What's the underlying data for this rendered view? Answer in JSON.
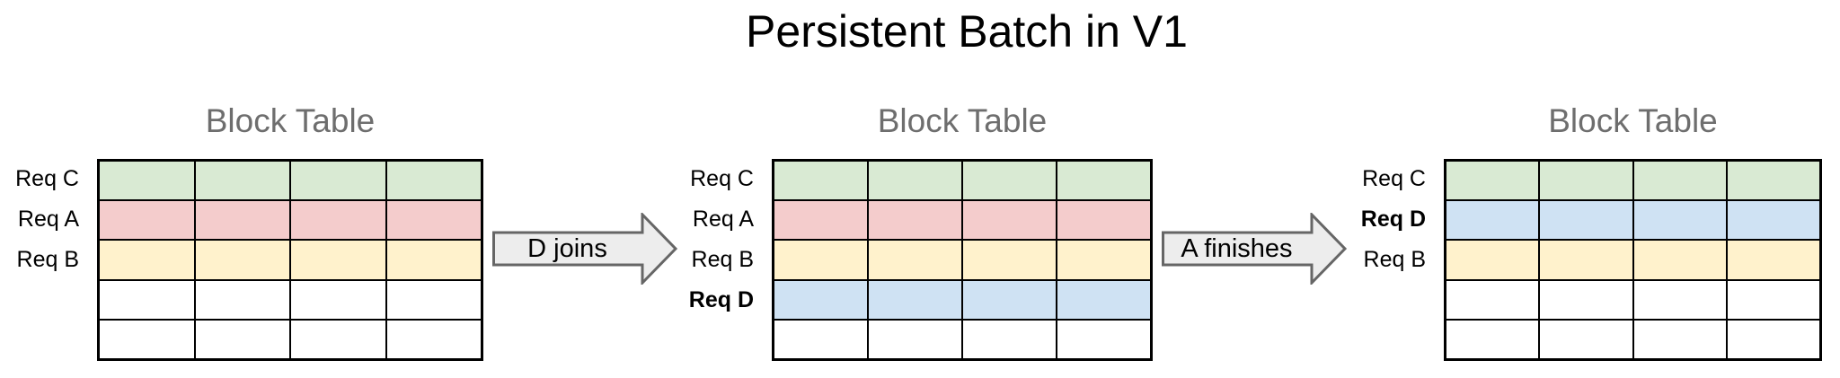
{
  "title": "Persistent Batch in V1",
  "colors": {
    "green": "#d9ead3",
    "red": "#f4cccc",
    "yellow": "#fff2cc",
    "blue": "#cfe2f3",
    "white": "#ffffff",
    "arrow_fill": "#ededed",
    "arrow_stroke": "#666666",
    "panel_title_gray": "#6e6e6e",
    "grid_border": "#000000"
  },
  "panels": [
    {
      "title": "Block Table",
      "columns": 4,
      "rows": [
        {
          "label": "Req C",
          "weight": "400",
          "color": "#d9ead3"
        },
        {
          "label": "Req A",
          "weight": "400",
          "color": "#f4cccc"
        },
        {
          "label": "Req B",
          "weight": "400",
          "color": "#fff2cc"
        },
        {
          "label": "",
          "weight": "400",
          "color": "#ffffff"
        },
        {
          "label": "",
          "weight": "400",
          "color": "#ffffff"
        }
      ]
    },
    {
      "title": "Block Table",
      "columns": 4,
      "rows": [
        {
          "label": "Req C",
          "weight": "400",
          "color": "#d9ead3"
        },
        {
          "label": "Req A",
          "weight": "400",
          "color": "#f4cccc"
        },
        {
          "label": "Req B",
          "weight": "400",
          "color": "#fff2cc"
        },
        {
          "label": "Req D",
          "weight": "700",
          "color": "#cfe2f3"
        },
        {
          "label": "",
          "weight": "400",
          "color": "#ffffff"
        }
      ]
    },
    {
      "title": "Block Table",
      "columns": 4,
      "rows": [
        {
          "label": "Req C",
          "weight": "400",
          "color": "#d9ead3"
        },
        {
          "label": "Req D",
          "weight": "700",
          "color": "#cfe2f3"
        },
        {
          "label": "Req B",
          "weight": "400",
          "color": "#fff2cc"
        },
        {
          "label": "",
          "weight": "400",
          "color": "#ffffff"
        },
        {
          "label": "",
          "weight": "400",
          "color": "#ffffff"
        }
      ]
    }
  ],
  "arrows": [
    {
      "label": "D joins"
    },
    {
      "label": "A finishes"
    }
  ]
}
